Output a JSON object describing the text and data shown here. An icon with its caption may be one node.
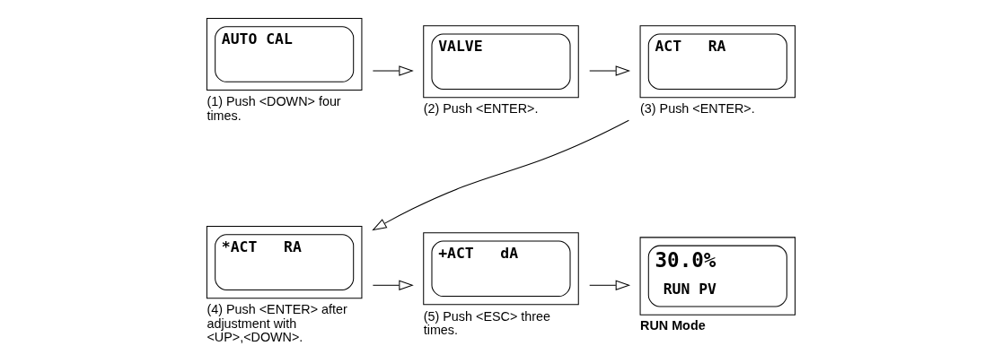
{
  "diagram": {
    "nodes": [
      {
        "text": [
          "AUTO CAL"
        ],
        "beside": [
          "(1) Push <DOWN> four times."
        ]
      },
      {
        "text": [
          "VALVE"
        ],
        "beside": [
          "(2) Push <ENTER>."
        ]
      },
      {
        "text": [
          "ACT   RA"
        ],
        "beside": [
          "(3) Push <ENTER>."
        ]
      },
      {
        "text": [
          "*ACT   RA"
        ],
        "beside": [
          "(4) Push <ENTER> after adjustment with <UP>,<DOWN>."
        ]
      },
      {
        "text": [
          "+ACT   dA"
        ],
        "beside": [
          "(5) Push <ESC> three times."
        ]
      },
      {
        "text": [
          "30.0%",
          "RUN PV"
        ],
        "beside": [
          "RUN Mode"
        ]
      }
    ],
    "edges": [
      {
        "from": 0,
        "to": 1,
        "arrow": "to"
      },
      {
        "from": 1,
        "to": 2,
        "arrow": "to"
      },
      {
        "from": 2,
        "to": 3,
        "arrow": "to"
      },
      {
        "from": 3,
        "to": 4,
        "arrow": "to"
      },
      {
        "from": 4,
        "to": 5,
        "arrow": "to"
      }
    ]
  }
}
